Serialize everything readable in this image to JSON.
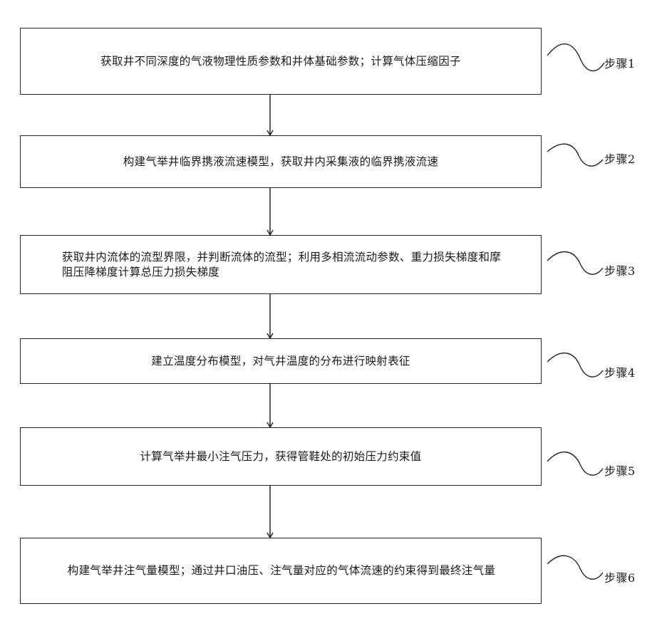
{
  "steps": [
    {
      "text": "获取井不同深度的气液物理性质参数和井体基础参数；计算气体压缩因子",
      "label": "步骤1"
    },
    {
      "text": "构建气举井临界携液流速模型，获取井内采集液的临界携液流速",
      "label": "步骤2"
    },
    {
      "text": "获取井内流体的流型界限，并判断流体的流型；利用多相流流动参数、重力损失梯度和摩\n阻压降梯度计算总压力损失梯度",
      "label": "步骤3"
    },
    {
      "text": "建立温度分布模型，对气井温度的分布进行映射表征",
      "label": "步骤4"
    },
    {
      "text": "计算气举井最小注气压力，获得管鞋处的初始压力约束值",
      "label": "步骤5"
    },
    {
      "text": "构建气举井注气量模型；通过井口油压、注气量对应的气体流速的约束得到最终注气量",
      "label": "步骤6"
    }
  ],
  "colors": {
    "stroke": "#222222",
    "text": "#1a1a1a",
    "background": "#ffffff"
  }
}
